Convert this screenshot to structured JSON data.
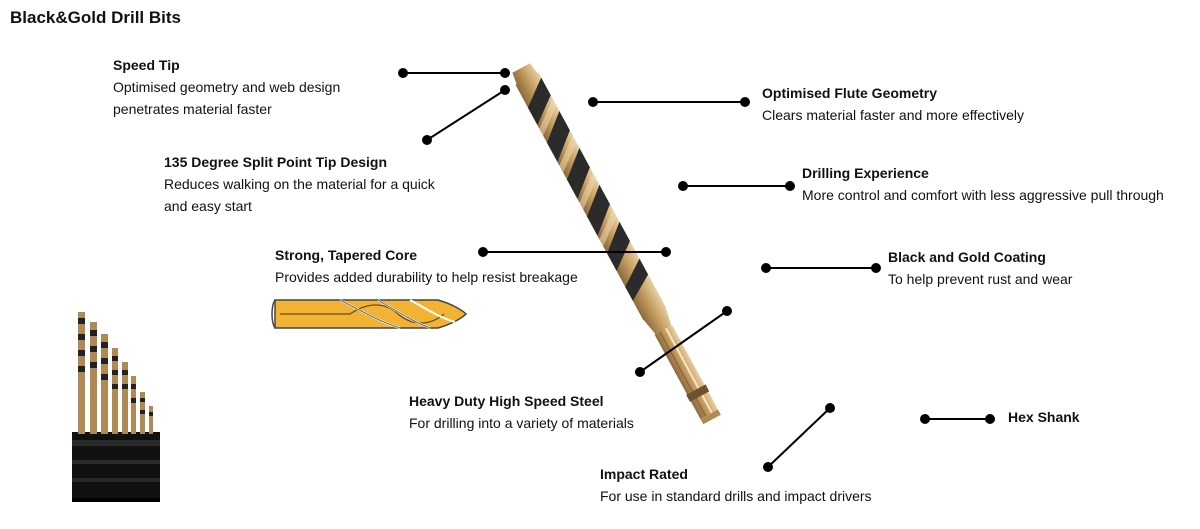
{
  "title": "Black&Gold Drill Bits",
  "features": [
    {
      "key": "speed_tip",
      "heading": "Speed Tip",
      "lines": [
        "Optimised geometry and web design",
        "penetrates material faster"
      ]
    },
    {
      "key": "split_point",
      "heading": "135 Degree Split Point Tip Design",
      "lines": [
        "Reduces walking on the material for a quick",
        "and easy start"
      ]
    },
    {
      "key": "tapered_core",
      "heading": "Strong, Tapered Core",
      "lines": [
        "Provides added durability to help resist breakage"
      ]
    },
    {
      "key": "hss",
      "heading": "Heavy Duty High Speed Steel",
      "lines": [
        "For drilling into a variety of materials"
      ]
    },
    {
      "key": "impact",
      "heading": "Impact Rated",
      "lines": [
        "For use in standard drills and impact drivers"
      ]
    },
    {
      "key": "flute",
      "heading": "Optimised Flute Geometry",
      "lines": [
        "Clears material faster and more effectively"
      ]
    },
    {
      "key": "drilling",
      "heading": "Drilling Experience",
      "lines": [
        "More control and comfort with less aggressive pull through"
      ]
    },
    {
      "key": "coating",
      "heading": "Black and Gold Coating",
      "lines": [
        "To help prevent rust and wear"
      ]
    },
    {
      "key": "hex",
      "heading": "Hex Shank",
      "lines": []
    }
  ],
  "colors": {
    "gold": "#c9a46a",
    "gold_dark": "#8a6a3e",
    "black_flute": "#2b2b2b",
    "core_yellow": "#f2b233",
    "callout": "#000000"
  }
}
